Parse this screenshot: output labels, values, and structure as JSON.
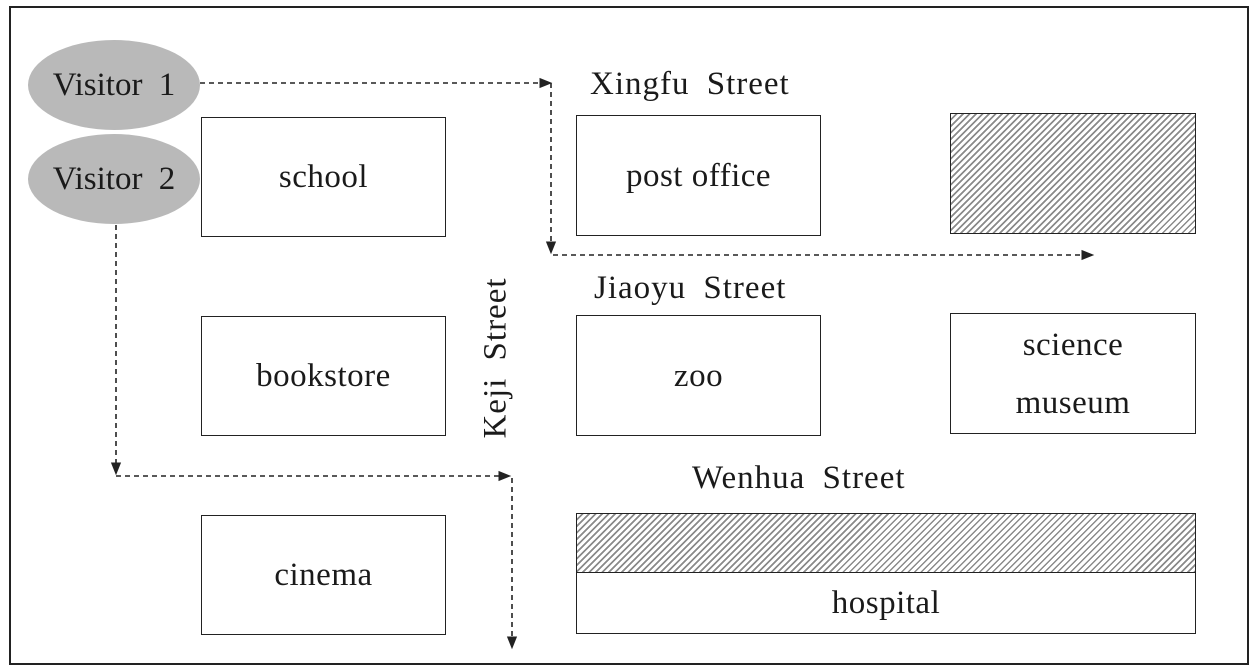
{
  "visitors": {
    "v1": "Visitor 1",
    "v2": "Visitor 2"
  },
  "streets": {
    "xingfu": "Xingfu Street",
    "jiaoyu": "Jiaoyu Street",
    "wenhua": "Wenhua Street",
    "keji": "Keji Street"
  },
  "buildings": {
    "school": "school",
    "post_office": "post office",
    "bookstore": "bookstore",
    "zoo": "zoo",
    "science_museum": "science\nmuseum",
    "cinema": "cinema",
    "hospital": "hospital"
  }
}
